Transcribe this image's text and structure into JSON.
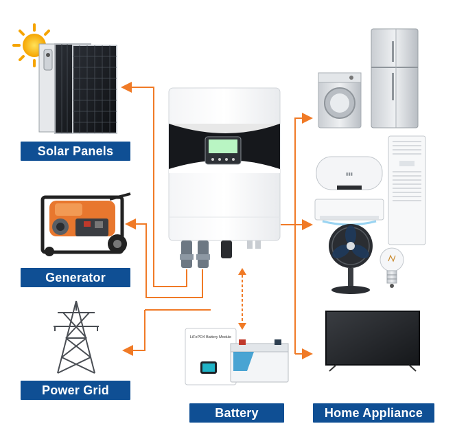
{
  "labels": {
    "solar_panels": "Solar Panels",
    "generator": "Generator",
    "power_grid": "Power Grid",
    "battery": "Battery",
    "home_appliance": "Home Appliance"
  },
  "battery_module_text": "LiFePO4 Battery Module",
  "colors": {
    "label_bg": "#0f4f94",
    "label_text": "#ffffff",
    "arrow": "#f07a26",
    "battery_arrow": "#f07a26"
  },
  "icons": [
    "sun-icon",
    "solar-panel-icon",
    "generator-icon",
    "transmission-tower-icon",
    "inverter-icon",
    "battery-icon",
    "washing-machine-icon",
    "refrigerator-icon",
    "air-conditioner-icon",
    "water-heater-icon",
    "fan-icon",
    "light-bulb-icon",
    "television-icon"
  ]
}
